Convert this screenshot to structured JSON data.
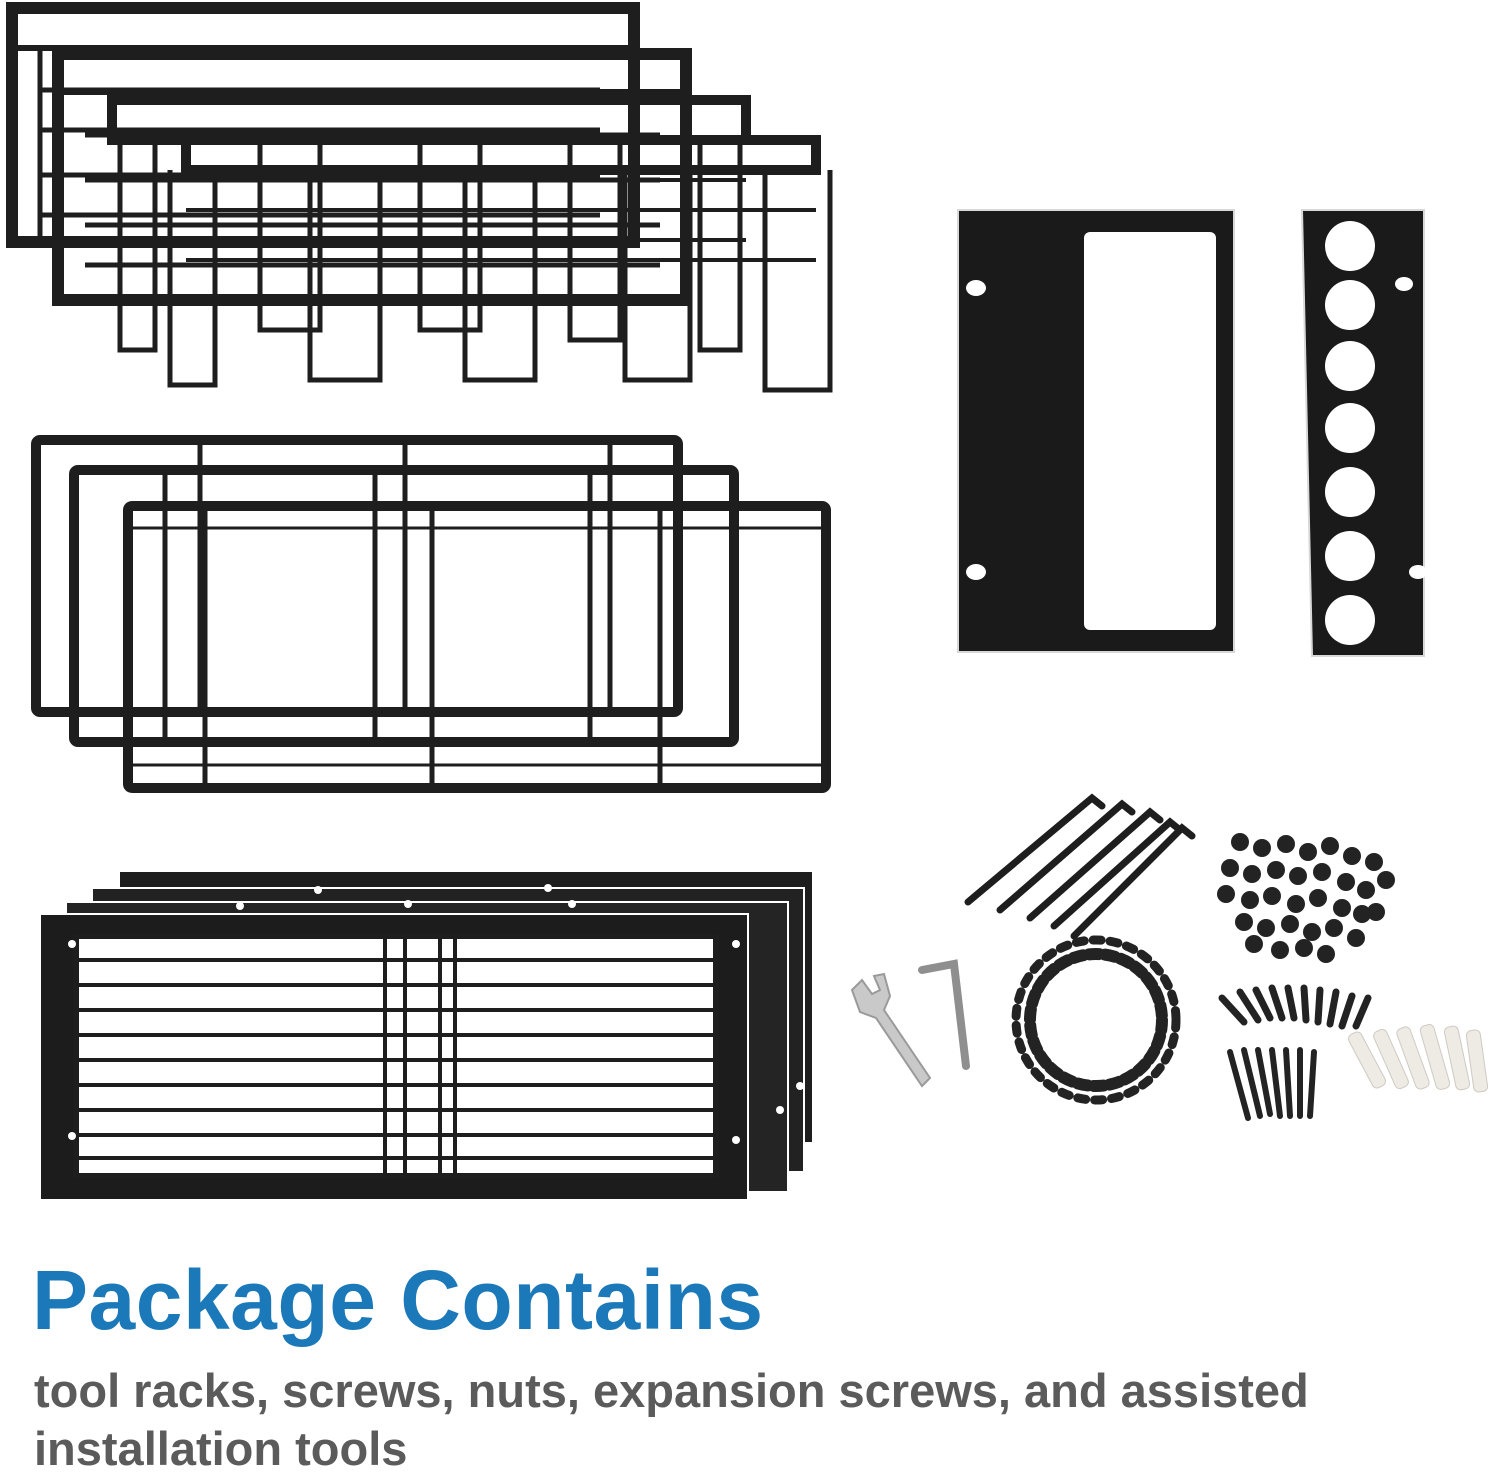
{
  "product_image": {
    "heading": "Package Contains",
    "description": "tool racks, screws, nuts, expansion screws, and assisted installation tools"
  },
  "colors": {
    "heading": "#1b79b9",
    "description": "#5b5b5b",
    "metal": "#1e1e1e",
    "background": "#ffffff",
    "plastic_anchor": "#eeeae4",
    "wrench": "#c9c9c9"
  },
  "parts_shown": [
    "perforated-rack-panel",
    "wire-hook-rack",
    "rectangular-wire-frame",
    "flat-wire-shelf",
    "slotted-bracket-plate",
    "hole-bracket-plate",
    "l-hook-rod",
    "acorn-nut",
    "hex-bolt",
    "machine-screw",
    "wood-screw",
    "expansion-anchor",
    "open-end-wrench",
    "hex-key"
  ]
}
